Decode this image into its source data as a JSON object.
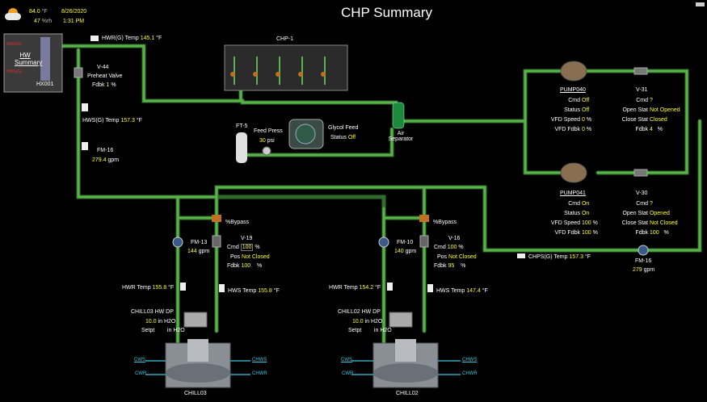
{
  "header": {
    "title": "CHP Summary",
    "weather": {
      "temp": "84.0",
      "temp_unit": "°F",
      "humidity": "47",
      "humidity_unit": "%rh",
      "date": "8/26/2020",
      "time": "1:31 PM"
    }
  },
  "hx": {
    "label_top": "HWR(G)",
    "label_bottom": "HWS(G)",
    "link": "HW Summary",
    "name": "HX001"
  },
  "hwr_g": {
    "label": "HWR(G) Temp",
    "value": "145.1",
    "unit": "°F"
  },
  "v44": {
    "title": "V-44",
    "subtitle": "Preheat Valve",
    "fdbk_label": "Fdbk",
    "fdbk_value": "1",
    "fdbk_unit": "%"
  },
  "hws_g": {
    "label": "HWS(G) Temp",
    "value": "157.3",
    "unit": "°F"
  },
  "fm16_left": {
    "name": "FM-16",
    "value": "279.4",
    "unit": "gpm"
  },
  "chp1": {
    "name": "CHP-1"
  },
  "ft5": {
    "name": "FT-5",
    "label": "Feed Press",
    "value": "30",
    "unit": "psi"
  },
  "glycol": {
    "title": "Glycol Feed",
    "status_label": "Status",
    "status_value": "Off"
  },
  "air_sep": {
    "name": "Air Separator"
  },
  "pump040": {
    "name": "PUMP040",
    "rows": [
      {
        "label": "Cmd",
        "value": "Off",
        "unit": ""
      },
      {
        "label": "Status",
        "value": "Off",
        "unit": ""
      },
      {
        "label": "VFD Speed",
        "value": "0",
        "unit": "%"
      },
      {
        "label": "VFD Fdbk",
        "value": "0",
        "unit": "%"
      }
    ]
  },
  "v31": {
    "name": "V-31",
    "rows": [
      {
        "label": "Cmd",
        "value": "?",
        "unit": ""
      },
      {
        "label": "Open Stat",
        "value": "Not Opened",
        "unit": ""
      },
      {
        "label": "Close Stat",
        "value": "Closed",
        "unit": ""
      },
      {
        "label": "Fdbk",
        "value": "4",
        "unit": "%"
      }
    ]
  },
  "pump041": {
    "name": "PUMP041",
    "rows": [
      {
        "label": "Cmd",
        "value": "On",
        "unit": ""
      },
      {
        "label": "Status",
        "value": "On",
        "unit": ""
      },
      {
        "label": "VFD Speed",
        "value": "100",
        "unit": "%"
      },
      {
        "label": "VFD Fdbk",
        "value": "100",
        "unit": "%"
      }
    ]
  },
  "v30": {
    "name": "V-30",
    "rows": [
      {
        "label": "Cmd",
        "value": "?",
        "unit": ""
      },
      {
        "label": "Open Stat",
        "value": "Opened",
        "unit": ""
      },
      {
        "label": "Close Stat",
        "value": "Not Closed",
        "unit": ""
      },
      {
        "label": "Fdbk",
        "value": "100",
        "unit": "%"
      }
    ]
  },
  "chps_g": {
    "label": "CHPS(G) Temp",
    "value": "157.3",
    "unit": "°F"
  },
  "fm16_right": {
    "name": "FM-16",
    "value": "279",
    "unit": "gpm"
  },
  "bypass_left": {
    "label": "%Bypass"
  },
  "bypass_right": {
    "label": "%Bypass"
  },
  "fm13": {
    "name": "FM-13",
    "value": "144",
    "unit": "gpm"
  },
  "v19": {
    "name": "V-19",
    "cmd_label": "Cmd",
    "cmd_value": "100",
    "cmd_unit": "%",
    "pos_label": "Pos",
    "pos_value": "Not Closed",
    "fdbk_label": "Fdbk",
    "fdbk_value": "100",
    "fdbk_unit": "%"
  },
  "fm10": {
    "name": "FM-10",
    "value": "140",
    "unit": "gpm"
  },
  "v16": {
    "name": "V-16",
    "cmd_label": "Cmd",
    "cmd_value": "100",
    "cmd_unit": "%",
    "pos_label": "Pos",
    "pos_value": "Not Closed",
    "fdbk_label": "Fdbk",
    "fdbk_value": "95",
    "fdbk_unit": "%"
  },
  "chill03": {
    "name": "CHILL03",
    "hwr_label": "HWR Temp",
    "hwr_value": "155.8",
    "hwr_unit": "°F",
    "hws_label": "HWS Temp",
    "hws_value": "155.8",
    "hws_unit": "°F",
    "dp_label": "CHILL03 HW DP",
    "dp_value": "10.0",
    "dp_unit": "in H2O",
    "setpt_label": "Setpt",
    "setpt_unit": "in H2O",
    "cws": "CWS",
    "cwr": "CWR",
    "chws": "CHWS",
    "chwr": "CHWR"
  },
  "chill02": {
    "name": "CHILL02",
    "hwr_label": "HWR Temp",
    "hwr_value": "154.2",
    "hwr_unit": "°F",
    "hws_label": "HWS Temp",
    "hws_value": "147.4",
    "hws_unit": "°F",
    "dp_label": "CHILL02 HW DP",
    "dp_value": "10.0",
    "dp_unit": "in H2O",
    "setpt_label": "Setpt",
    "setpt_unit": "in H2O",
    "cws": "CWS",
    "cwr": "CWR",
    "chws": "CHWS",
    "chwr": "CHWR"
  },
  "colors": {
    "pipe": "#5ab24a",
    "pipe_dark": "#2f6e2a",
    "value": "#ffff33",
    "background": "#000000"
  }
}
